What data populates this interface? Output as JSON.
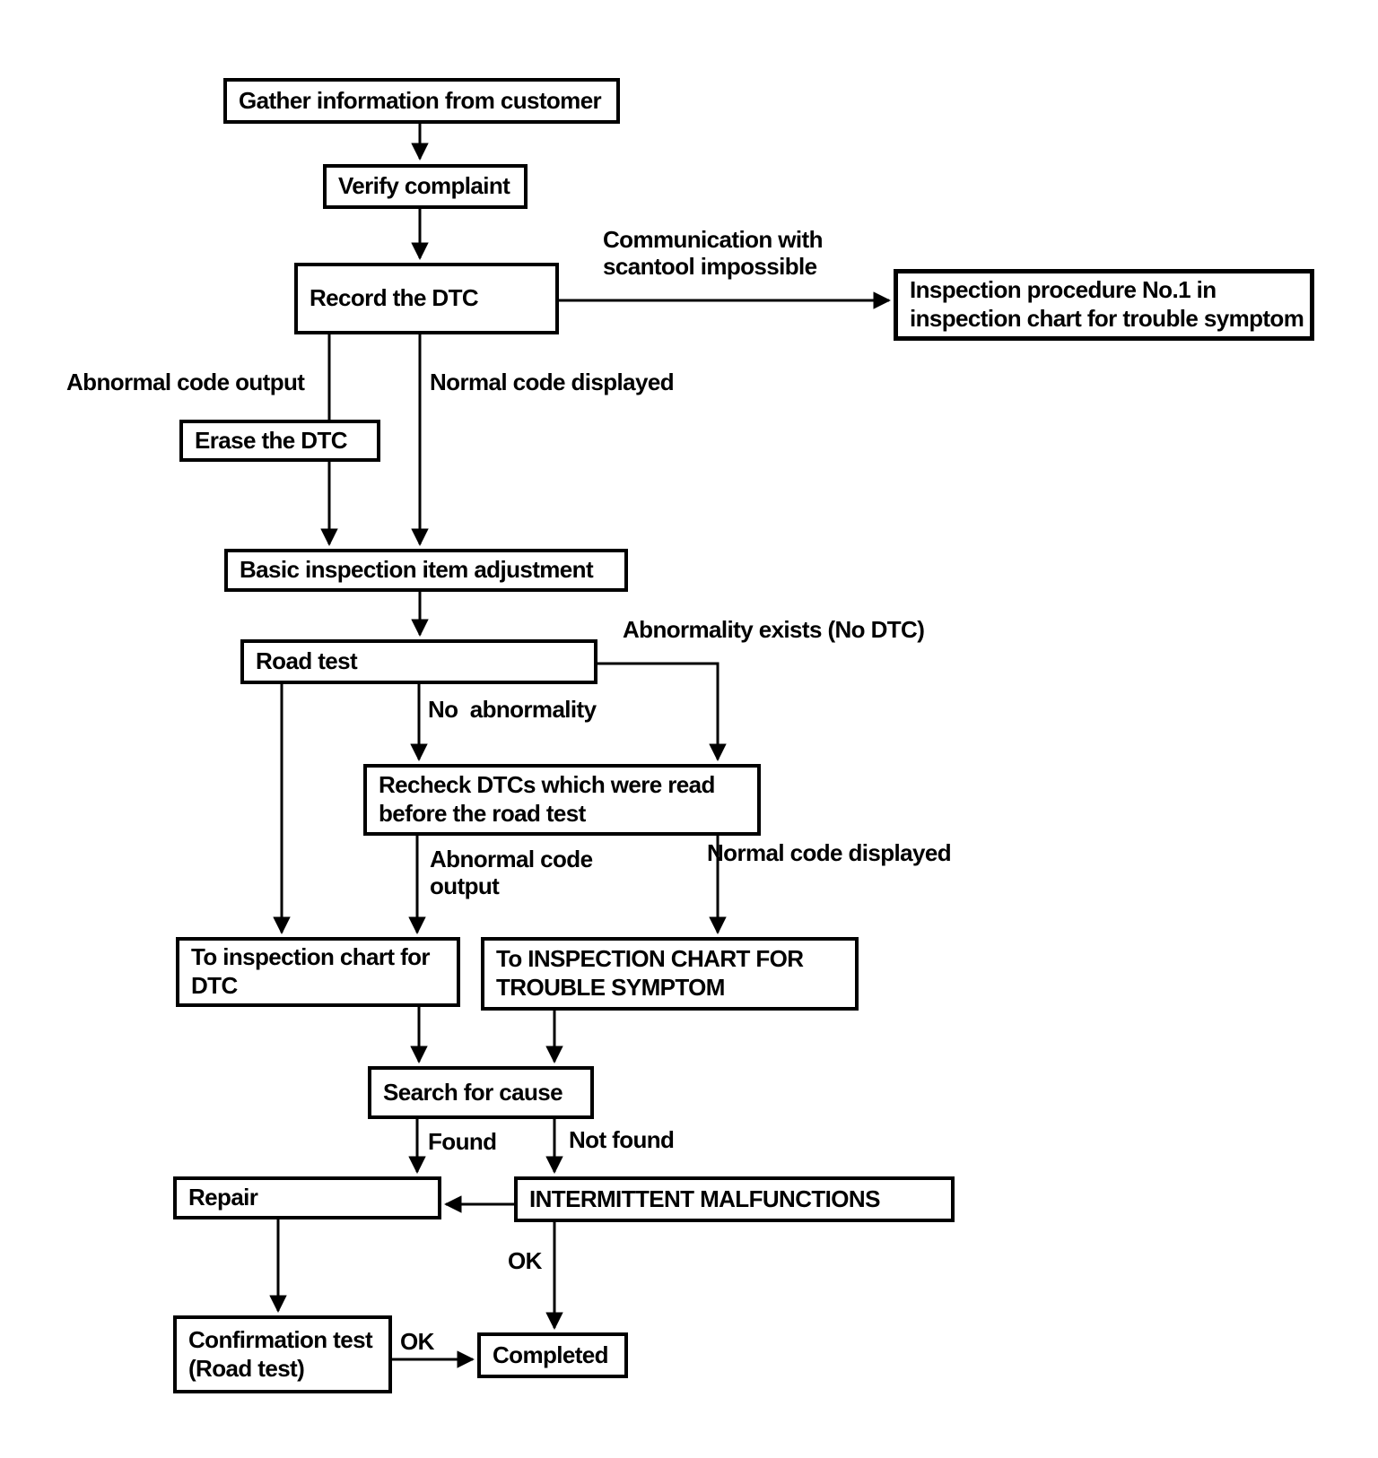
{
  "diagram": {
    "nodes": {
      "gather": "Gather information from customer",
      "verify": "Verify complaint",
      "record": "Record the DTC",
      "inspection_procedure": "Inspection procedure No.1 in\ninspection chart for trouble symptom",
      "erase": "Erase the DTC",
      "basic": "Basic inspection item adjustment",
      "road_test": "Road test",
      "recheck": "Recheck DTCs which were read\nbefore the road test",
      "to_chart_dtc": "To inspection chart for\nDTC",
      "to_chart_symptom": "To INSPECTION CHART FOR\nTROUBLE SYMPTOM",
      "search": "Search for cause",
      "repair": "Repair",
      "intermittent": "INTERMITTENT MALFUNCTIONS",
      "confirmation": "Confirmation test\n(Road test)",
      "completed": "Completed"
    },
    "edge_labels": {
      "communication": "Communication with\nscantool impossible",
      "abnormal_code_output_top": "Abnormal code output",
      "normal_code_displayed_top": "Normal code displayed",
      "abnormality_exists": "Abnormality exists (No DTC)",
      "no_abnormality": "No  abnormality",
      "abnormal_code_output_mid": "Abnormal code\noutput",
      "normal_code_displayed_mid": "Normal code displayed",
      "found": "Found",
      "not_found": "Not found",
      "ok_to_completed": "OK",
      "ok_confirmation": "OK"
    }
  }
}
